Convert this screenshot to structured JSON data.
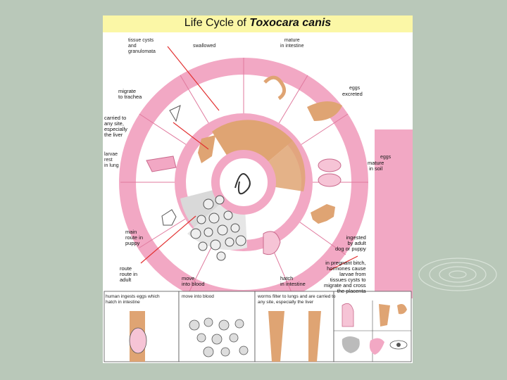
{
  "slide": {
    "title_main": "Life Cycle  of ",
    "title_species": "Toxocara canis"
  },
  "labels": {
    "tissue_cysts": "tissue cysts\nand\ngranulomata",
    "swallowed": "swallowed",
    "mature_intestine": "mature\nin intestine",
    "eggs_excreted_top": "eggs",
    "eggs_excreted": "excreted",
    "migrate_trachea": "migrate\nto trachea",
    "carried_to_any_site": "carried to\nany site,\nespecially\nthe liver",
    "larvae_rest_lung": "larvae\nrest\nin lung",
    "eggs_mature_top": "eggs",
    "eggs_mature": "mature\nin soil",
    "main_route_puppy": "main\nroute in\npuppy",
    "ingested_dog": "ingested\nby adult\ndog or puppy",
    "pregnant_bitch": "in pregnant bitch,\nhormones cause\nlarvae from\ntissues cysts to\nmigrate and cross\nthe placenta",
    "route_adult": "route\nroute in\nadult",
    "move_blood": "move\ninto blood",
    "hatch_intestine": "hatch\nin intestine"
  },
  "panels": {
    "p1": "human ingests eggs which\nhatch in intestine",
    "p2": "move into blood",
    "p3": "worms filter to lungs and are carried to\nany site, especially the liver"
  },
  "colors": {
    "slide_bg": "#b9c8b9",
    "title_band": "#fbf7a6",
    "pink": "#f2a8c4",
    "pink_dark": "#e0789e",
    "tan": "#dfa473",
    "arrow": "#e23030"
  }
}
